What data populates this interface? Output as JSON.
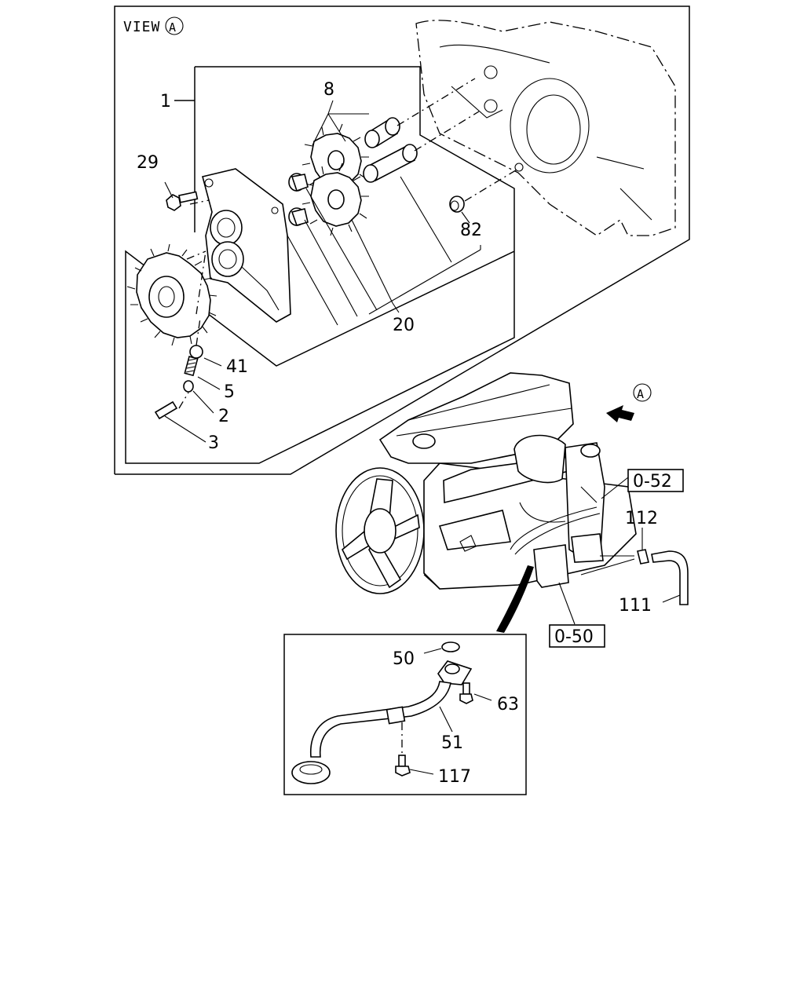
{
  "view_label": "VIEW",
  "view_marker": "A",
  "arrow_marker": "A",
  "callouts": {
    "c1": "1",
    "c29": "29",
    "c8": "8",
    "c82": "82",
    "c20": "20",
    "c41": "41",
    "c5": "5",
    "c2": "2",
    "c3": "3",
    "c112": "112",
    "c111": "111",
    "c50": "50",
    "c63": "63",
    "c51": "51",
    "c117": "117"
  },
  "references": {
    "r052": "0-52",
    "r050": "0-50"
  }
}
